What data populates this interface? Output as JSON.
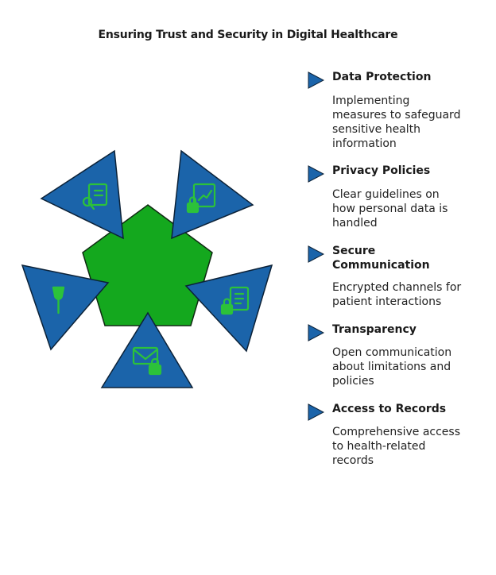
{
  "title": "Ensuring Trust and Security in Digital Healthcare",
  "colors": {
    "center": "#14a81e",
    "triangle": "#1b64aa",
    "icon": "#2cc23a",
    "marker": "#1b64aa",
    "text": "#1a1a1a"
  },
  "items": [
    {
      "heading": "Data Protection",
      "desc_lines": [
        "Implementing",
        "measures to safeguard",
        "sensitive health",
        "information"
      ],
      "icon": "document-search-icon"
    },
    {
      "heading": "Privacy Policies",
      "desc_lines": [
        "Clear guidelines on",
        "how personal data is",
        "handled"
      ],
      "icon": "chart-lock-icon"
    },
    {
      "heading_lines": [
        "Secure",
        "Communication"
      ],
      "desc_lines": [
        "Encrypted channels for",
        "patient interactions"
      ],
      "icon": "document-lock-icon"
    },
    {
      "heading": "Transparency",
      "desc_lines": [
        "Open communication",
        "about limitations and",
        "policies"
      ],
      "icon": "mail-lock-icon"
    },
    {
      "heading": "Access to Records",
      "desc_lines": [
        "Comprehensive access",
        "to health-related",
        "records"
      ],
      "icon": "glass-icon"
    }
  ]
}
